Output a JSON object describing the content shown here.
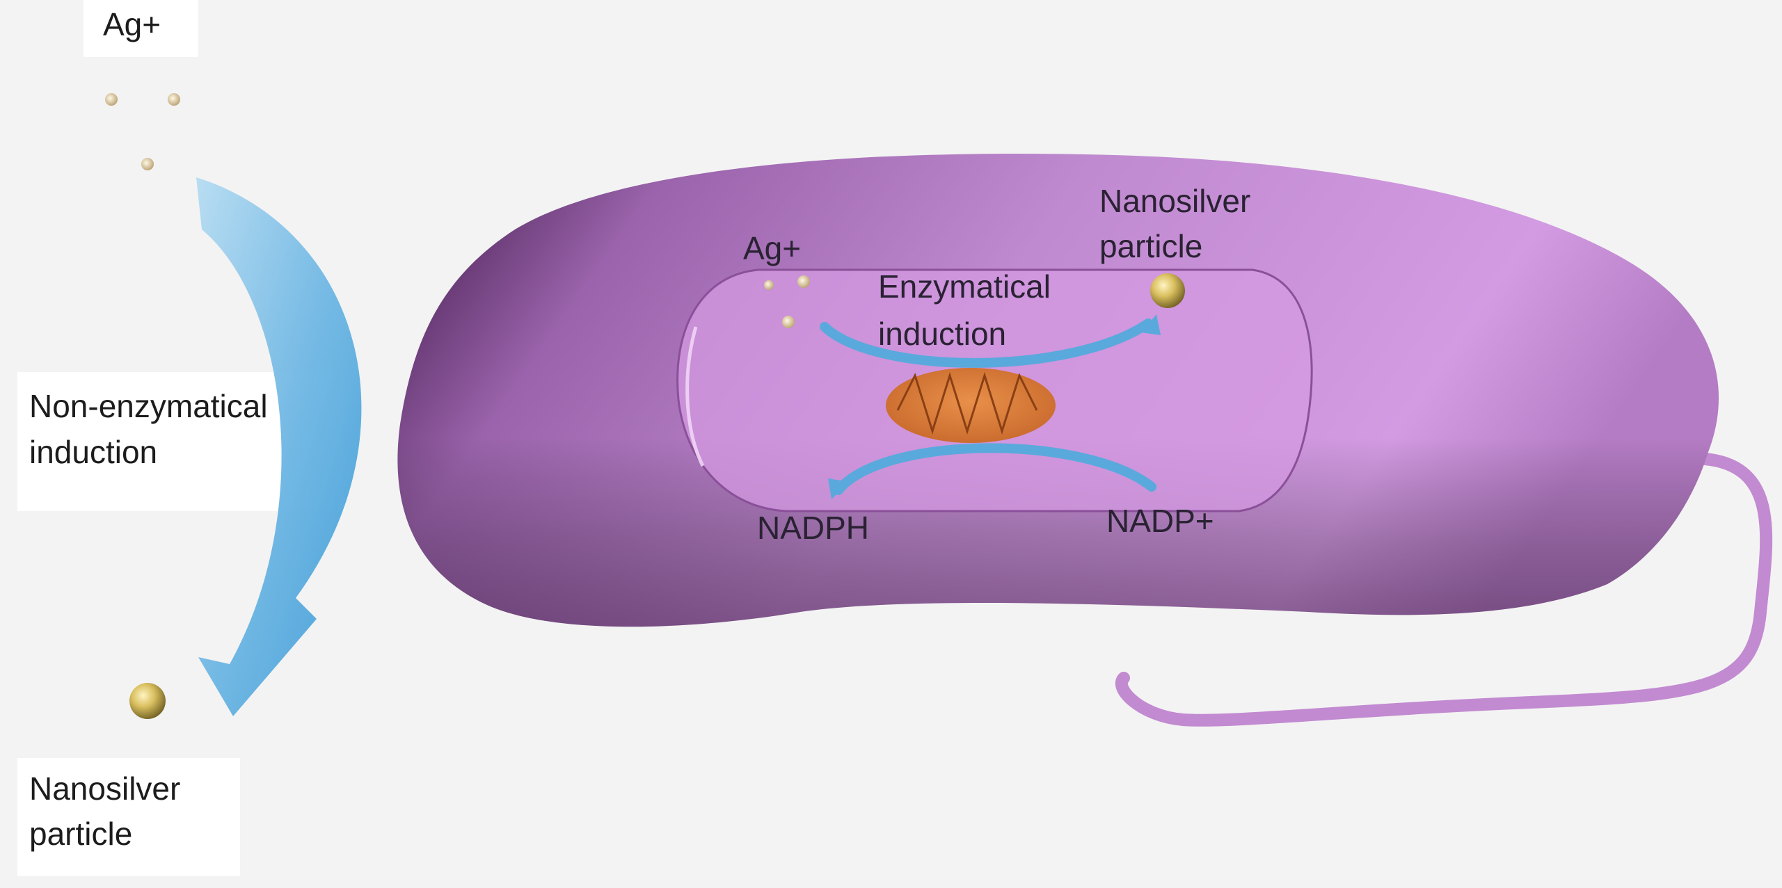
{
  "labels": {
    "ag_outside": "Ag+",
    "non_enzymatical": [
      "Non-enzymatical",
      "induction"
    ],
    "nanosilver_outside": [
      "Nanosilver",
      "particle"
    ],
    "ag_inside": "Ag+",
    "enzymatical": [
      "Enzymatical",
      "induction"
    ],
    "nanosilver_inside": [
      "Nanosilver",
      "particle"
    ],
    "nadph": "NADPH",
    "nadp_plus": "NADP+"
  },
  "colors": {
    "cell_body": "#c98fd9",
    "cell_shadow": "#2a1530",
    "nucleoid": "#d59be2",
    "flagellum": "#c28ad1",
    "arrow": "#5aa9dc",
    "enzyme": "#e07f3a",
    "particle": "#d8c060"
  }
}
